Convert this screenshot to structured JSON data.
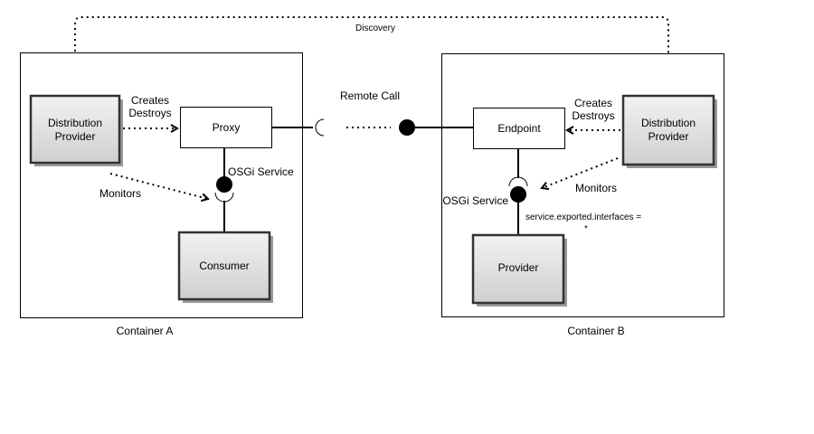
{
  "discovery_label": "Discovery",
  "remote_call_label": "Remote Call",
  "container_a": {
    "label": "Container A",
    "distribution_provider": [
      "Distribution",
      "Provider"
    ],
    "creates_destroys": [
      "Creates",
      "Destroys"
    ],
    "proxy": "Proxy",
    "osgi_service": "OSGi Service",
    "monitors": "Monitors",
    "consumer": "Consumer"
  },
  "container_b": {
    "label": "Container B",
    "distribution_provider": [
      "Distribution",
      "Provider"
    ],
    "creates_destroys": [
      "Creates",
      "Destroys"
    ],
    "endpoint": "Endpoint",
    "osgi_service": "OSGi Service",
    "monitors": "Monitors",
    "provider": "Provider",
    "service_property": [
      "service.exported.interfaces =",
      "*"
    ]
  }
}
